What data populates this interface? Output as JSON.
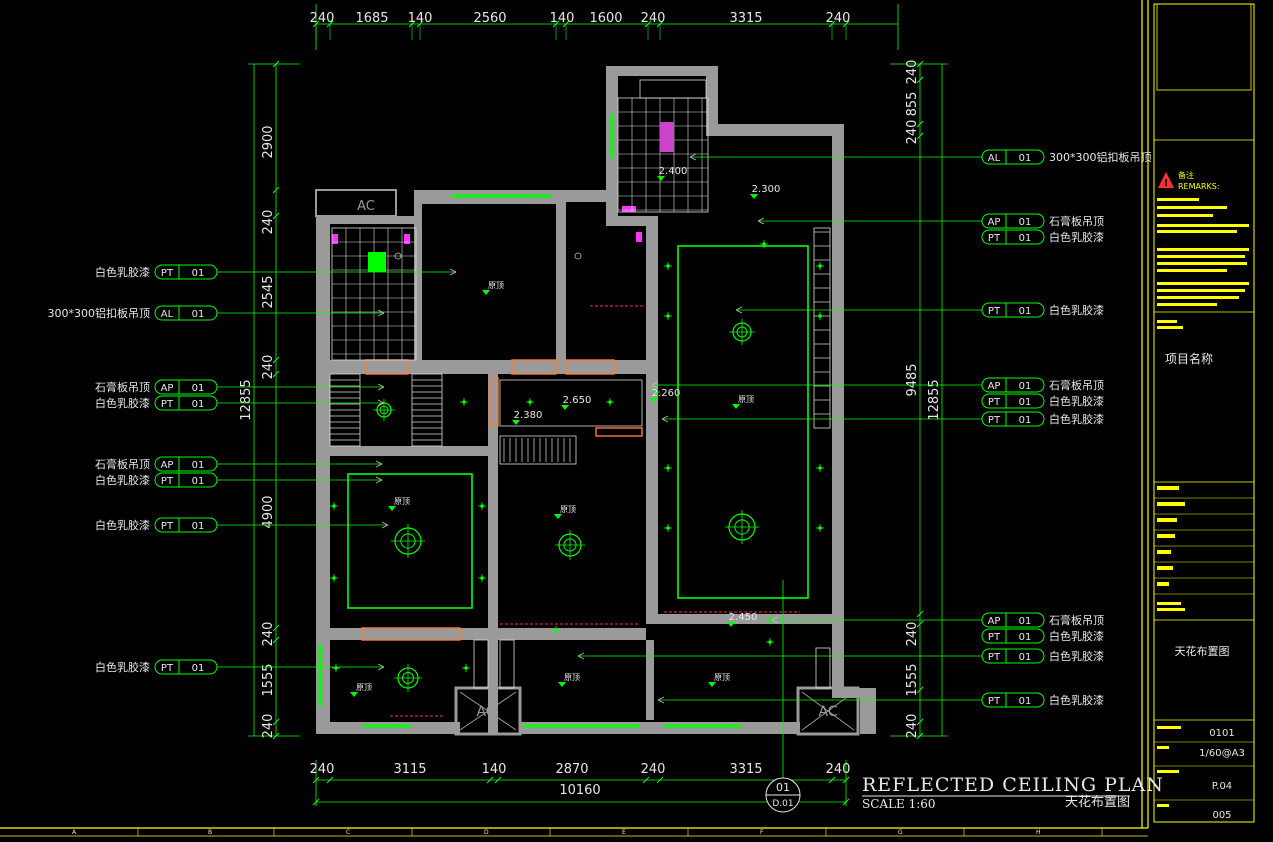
{
  "drawing": {
    "title_en": "REFLECTED CEILING PLAN",
    "scale_text": "SCALE   1:60",
    "title_cn": "天花布置图",
    "section_mark": {
      "top": "01",
      "bottom": "D.01"
    }
  },
  "dims": {
    "top": [
      "240",
      "1685",
      "140",
      "2560",
      "140",
      "1600",
      "240",
      "3315",
      "240"
    ],
    "bottom": [
      "240",
      "3115",
      "140",
      "2870",
      "240",
      "3315",
      "240"
    ],
    "bottom_total": "10160",
    "left": [
      "2900",
      "240",
      "2545",
      "240",
      "4900",
      "240",
      "1555",
      "240"
    ],
    "left_total": "12855",
    "right": [
      "240",
      "855",
      "240",
      "9485",
      "240",
      "1555",
      "240"
    ],
    "right_total": "12855"
  },
  "room_labels": {
    "yuanding": "原顶",
    "heights": [
      "2.400",
      "2.300",
      "2.650",
      "2.260",
      "2.380",
      "2.450"
    ],
    "ac": "AC"
  },
  "callouts_left": [
    {
      "label": "白色乳胶漆",
      "code": "PT",
      "num": "01"
    },
    {
      "label": "300*300铝扣板吊顶",
      "code": "AL",
      "num": "01"
    },
    {
      "label": "石膏板吊顶",
      "code": "AP",
      "num": "01"
    },
    {
      "label": "白色乳胶漆",
      "code": "PT",
      "num": "01"
    },
    {
      "label": "石膏板吊顶",
      "code": "AP",
      "num": "01"
    },
    {
      "label": "白色乳胶漆",
      "code": "PT",
      "num": "01"
    },
    {
      "label": "白色乳胶漆",
      "code": "PT",
      "num": "01"
    },
    {
      "label": "白色乳胶漆",
      "code": "PT",
      "num": "01"
    }
  ],
  "callouts_right": [
    {
      "label": "300*300铝扣板吊顶",
      "code": "AL",
      "num": "01"
    },
    {
      "label": "石膏板吊顶",
      "code": "AP",
      "num": "01"
    },
    {
      "label": "白色乳胶漆",
      "code": "PT",
      "num": "01"
    },
    {
      "label": "白色乳胶漆",
      "code": "PT",
      "num": "01"
    },
    {
      "label": "石膏板吊顶",
      "code": "AP",
      "num": "01"
    },
    {
      "label": "白色乳胶漆",
      "code": "PT",
      "num": "01"
    },
    {
      "label": "白色乳胶漆",
      "code": "PT",
      "num": "01"
    },
    {
      "label": "石膏板吊顶",
      "code": "AP",
      "num": "01"
    },
    {
      "label": "白色乳胶漆",
      "code": "PT",
      "num": "01"
    },
    {
      "label": "白色乳胶漆",
      "code": "PT",
      "num": "01"
    },
    {
      "label": "白色乳胶漆",
      "code": "PT",
      "num": "01"
    }
  ],
  "title_block": {
    "remarks_cn": "备注",
    "remarks_en": "REMARKS:",
    "project_name": "项目名称",
    "drawing_name": "天花布置图",
    "drawing_no": "0101",
    "scale": "1/60@A3",
    "sheet": "P.04",
    "page": "005"
  },
  "grid_letters": [
    "A",
    "B",
    "C",
    "D",
    "E",
    "F",
    "G",
    "H"
  ],
  "colors": {
    "background": "#000000",
    "lines": "#00ff00",
    "border": "#ffff00",
    "text": "#e8e8e8"
  }
}
